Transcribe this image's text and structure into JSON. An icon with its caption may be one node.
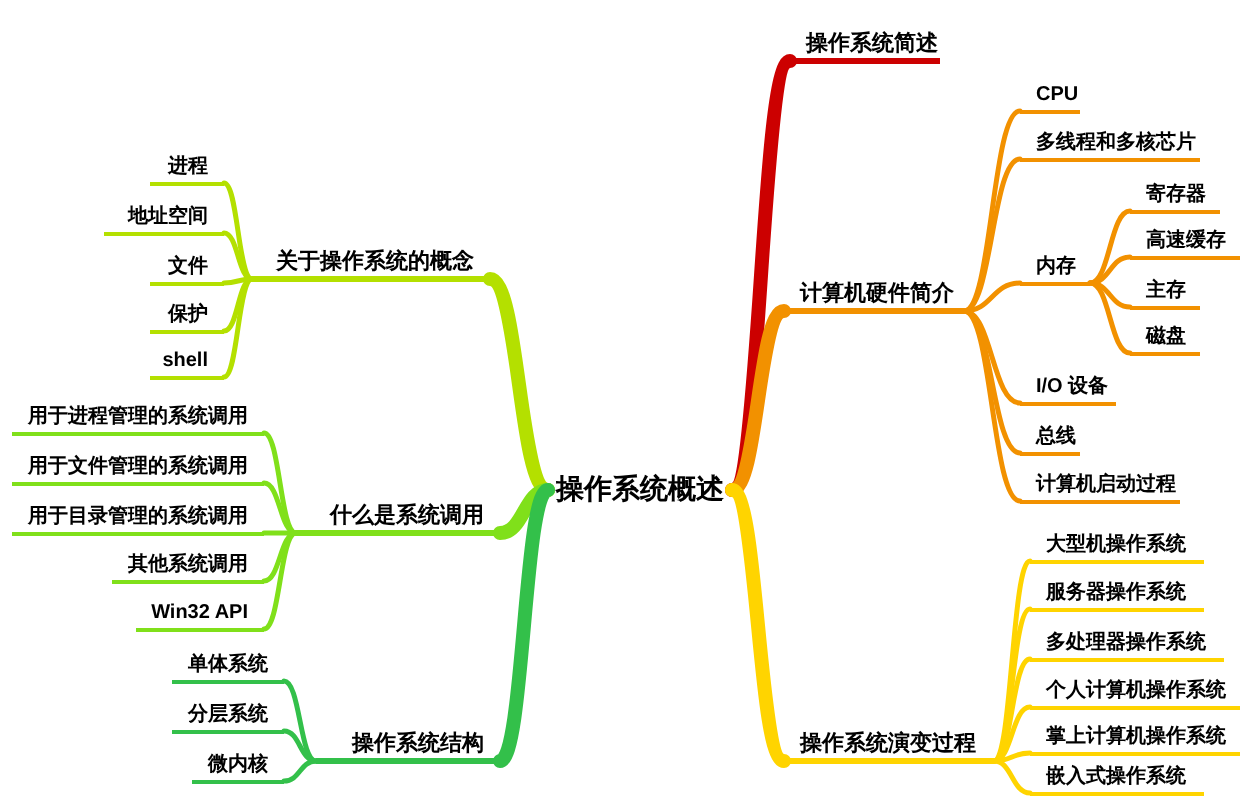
{
  "diagram": {
    "nodes": [
      {
        "text": [
          "操作系统概述"
        ]
      },
      {
        "text": [
          "操作系统简述"
        ]
      },
      {
        "text": [
          "计算机硬件简介"
        ]
      },
      {
        "text": [
          "CPU"
        ]
      },
      {
        "text": [
          "多线程和多核芯片"
        ]
      },
      {
        "text": [
          "内存"
        ]
      },
      {
        "text": [
          "寄存器"
        ]
      },
      {
        "text": [
          "高速缓存"
        ]
      },
      {
        "text": [
          "主存"
        ]
      },
      {
        "text": [
          "磁盘"
        ]
      },
      {
        "text": [
          "I/O 设备"
        ]
      },
      {
        "text": [
          "总线"
        ]
      },
      {
        "text": [
          "计算机启动过程"
        ]
      },
      {
        "text": [
          "操作系统演变过程"
        ]
      },
      {
        "text": [
          "大型机操作系统"
        ]
      },
      {
        "text": [
          "服务器操作系统"
        ]
      },
      {
        "text": [
          "多处理器操作系统"
        ]
      },
      {
        "text": [
          "个人计算机操作系统"
        ]
      },
      {
        "text": [
          "掌上计算机操作系统"
        ]
      },
      {
        "text": [
          "嵌入式操作系统"
        ]
      },
      {
        "text": [
          "关于操作系统的概念"
        ]
      },
      {
        "text": [
          "进程"
        ]
      },
      {
        "text": [
          "地址空间"
        ]
      },
      {
        "text": [
          "文件"
        ]
      },
      {
        "text": [
          "保护"
        ]
      },
      {
        "text": [
          "shell"
        ]
      },
      {
        "text": [
          "什么是系统调用"
        ]
      },
      {
        "text": [
          "用于进程管理的系统调用"
        ]
      },
      {
        "text": [
          "用于文件管理的系统调用"
        ]
      },
      {
        "text": [
          "用于目录管理的系统调用"
        ]
      },
      {
        "text": [
          "其他系统调用"
        ]
      },
      {
        "text": [
          "Win32 API"
        ]
      },
      {
        "text": [
          "操作系统结构"
        ]
      },
      {
        "text": [
          "单体系统"
        ]
      },
      {
        "text": [
          "分层系统"
        ]
      },
      {
        "text": [
          "微内核"
        ]
      }
    ],
    "edges": [
      {
        "from": 0,
        "to": 1,
        "arrow": "none",
        "style": "thick",
        "color": "#cc0000"
      },
      {
        "from": 0,
        "to": 2,
        "arrow": "none",
        "style": "thick",
        "color": "#f29100"
      },
      {
        "from": 2,
        "to": 3,
        "arrow": "none",
        "color": "#f29100"
      },
      {
        "from": 2,
        "to": 4,
        "arrow": "none",
        "color": "#f29100"
      },
      {
        "from": 2,
        "to": 5,
        "arrow": "none",
        "color": "#f29100"
      },
      {
        "from": 5,
        "to": 6,
        "arrow": "none",
        "color": "#f29100"
      },
      {
        "from": 5,
        "to": 7,
        "arrow": "none",
        "color": "#f29100"
      },
      {
        "from": 5,
        "to": 8,
        "arrow": "none",
        "color": "#f29100"
      },
      {
        "from": 5,
        "to": 9,
        "arrow": "none",
        "color": "#f29100"
      },
      {
        "from": 2,
        "to": 10,
        "arrow": "none",
        "color": "#f29100"
      },
      {
        "from": 2,
        "to": 11,
        "arrow": "none",
        "color": "#f29100"
      },
      {
        "from": 2,
        "to": 12,
        "arrow": "none",
        "color": "#f29100"
      },
      {
        "from": 0,
        "to": 13,
        "arrow": "none",
        "style": "thick",
        "color": "#ffd400"
      },
      {
        "from": 13,
        "to": 14,
        "arrow": "none",
        "color": "#ffd400"
      },
      {
        "from": 13,
        "to": 15,
        "arrow": "none",
        "color": "#ffd400"
      },
      {
        "from": 13,
        "to": 16,
        "arrow": "none",
        "color": "#ffd400"
      },
      {
        "from": 13,
        "to": 17,
        "arrow": "none",
        "color": "#ffd400"
      },
      {
        "from": 13,
        "to": 18,
        "arrow": "none",
        "color": "#ffd400"
      },
      {
        "from": 13,
        "to": 19,
        "arrow": "none",
        "color": "#ffd400"
      },
      {
        "from": 0,
        "to": 20,
        "arrow": "none",
        "style": "thick",
        "color": "#b4e000"
      },
      {
        "from": 20,
        "to": 21,
        "arrow": "none",
        "color": "#b4e000"
      },
      {
        "from": 20,
        "to": 22,
        "arrow": "none",
        "color": "#b4e000"
      },
      {
        "from": 20,
        "to": 23,
        "arrow": "none",
        "color": "#b4e000"
      },
      {
        "from": 20,
        "to": 24,
        "arrow": "none",
        "color": "#b4e000"
      },
      {
        "from": 20,
        "to": 25,
        "arrow": "none",
        "color": "#b4e000"
      },
      {
        "from": 0,
        "to": 26,
        "arrow": "none",
        "style": "thick",
        "color": "#80e01a"
      },
      {
        "from": 26,
        "to": 27,
        "arrow": "none",
        "color": "#80e01a"
      },
      {
        "from": 26,
        "to": 28,
        "arrow": "none",
        "color": "#80e01a"
      },
      {
        "from": 26,
        "to": 29,
        "arrow": "none",
        "color": "#80e01a"
      },
      {
        "from": 26,
        "to": 30,
        "arrow": "none",
        "color": "#80e01a"
      },
      {
        "from": 26,
        "to": 31,
        "arrow": "none",
        "color": "#80e01a"
      },
      {
        "from": 0,
        "to": 32,
        "arrow": "none",
        "style": "thick",
        "color": "#33c04a"
      },
      {
        "from": 32,
        "to": 33,
        "arrow": "none",
        "color": "#33c04a"
      },
      {
        "from": 32,
        "to": 34,
        "arrow": "none",
        "color": "#33c04a"
      },
      {
        "from": 32,
        "to": 35,
        "arrow": "none",
        "color": "#33c04a"
      }
    ]
  }
}
